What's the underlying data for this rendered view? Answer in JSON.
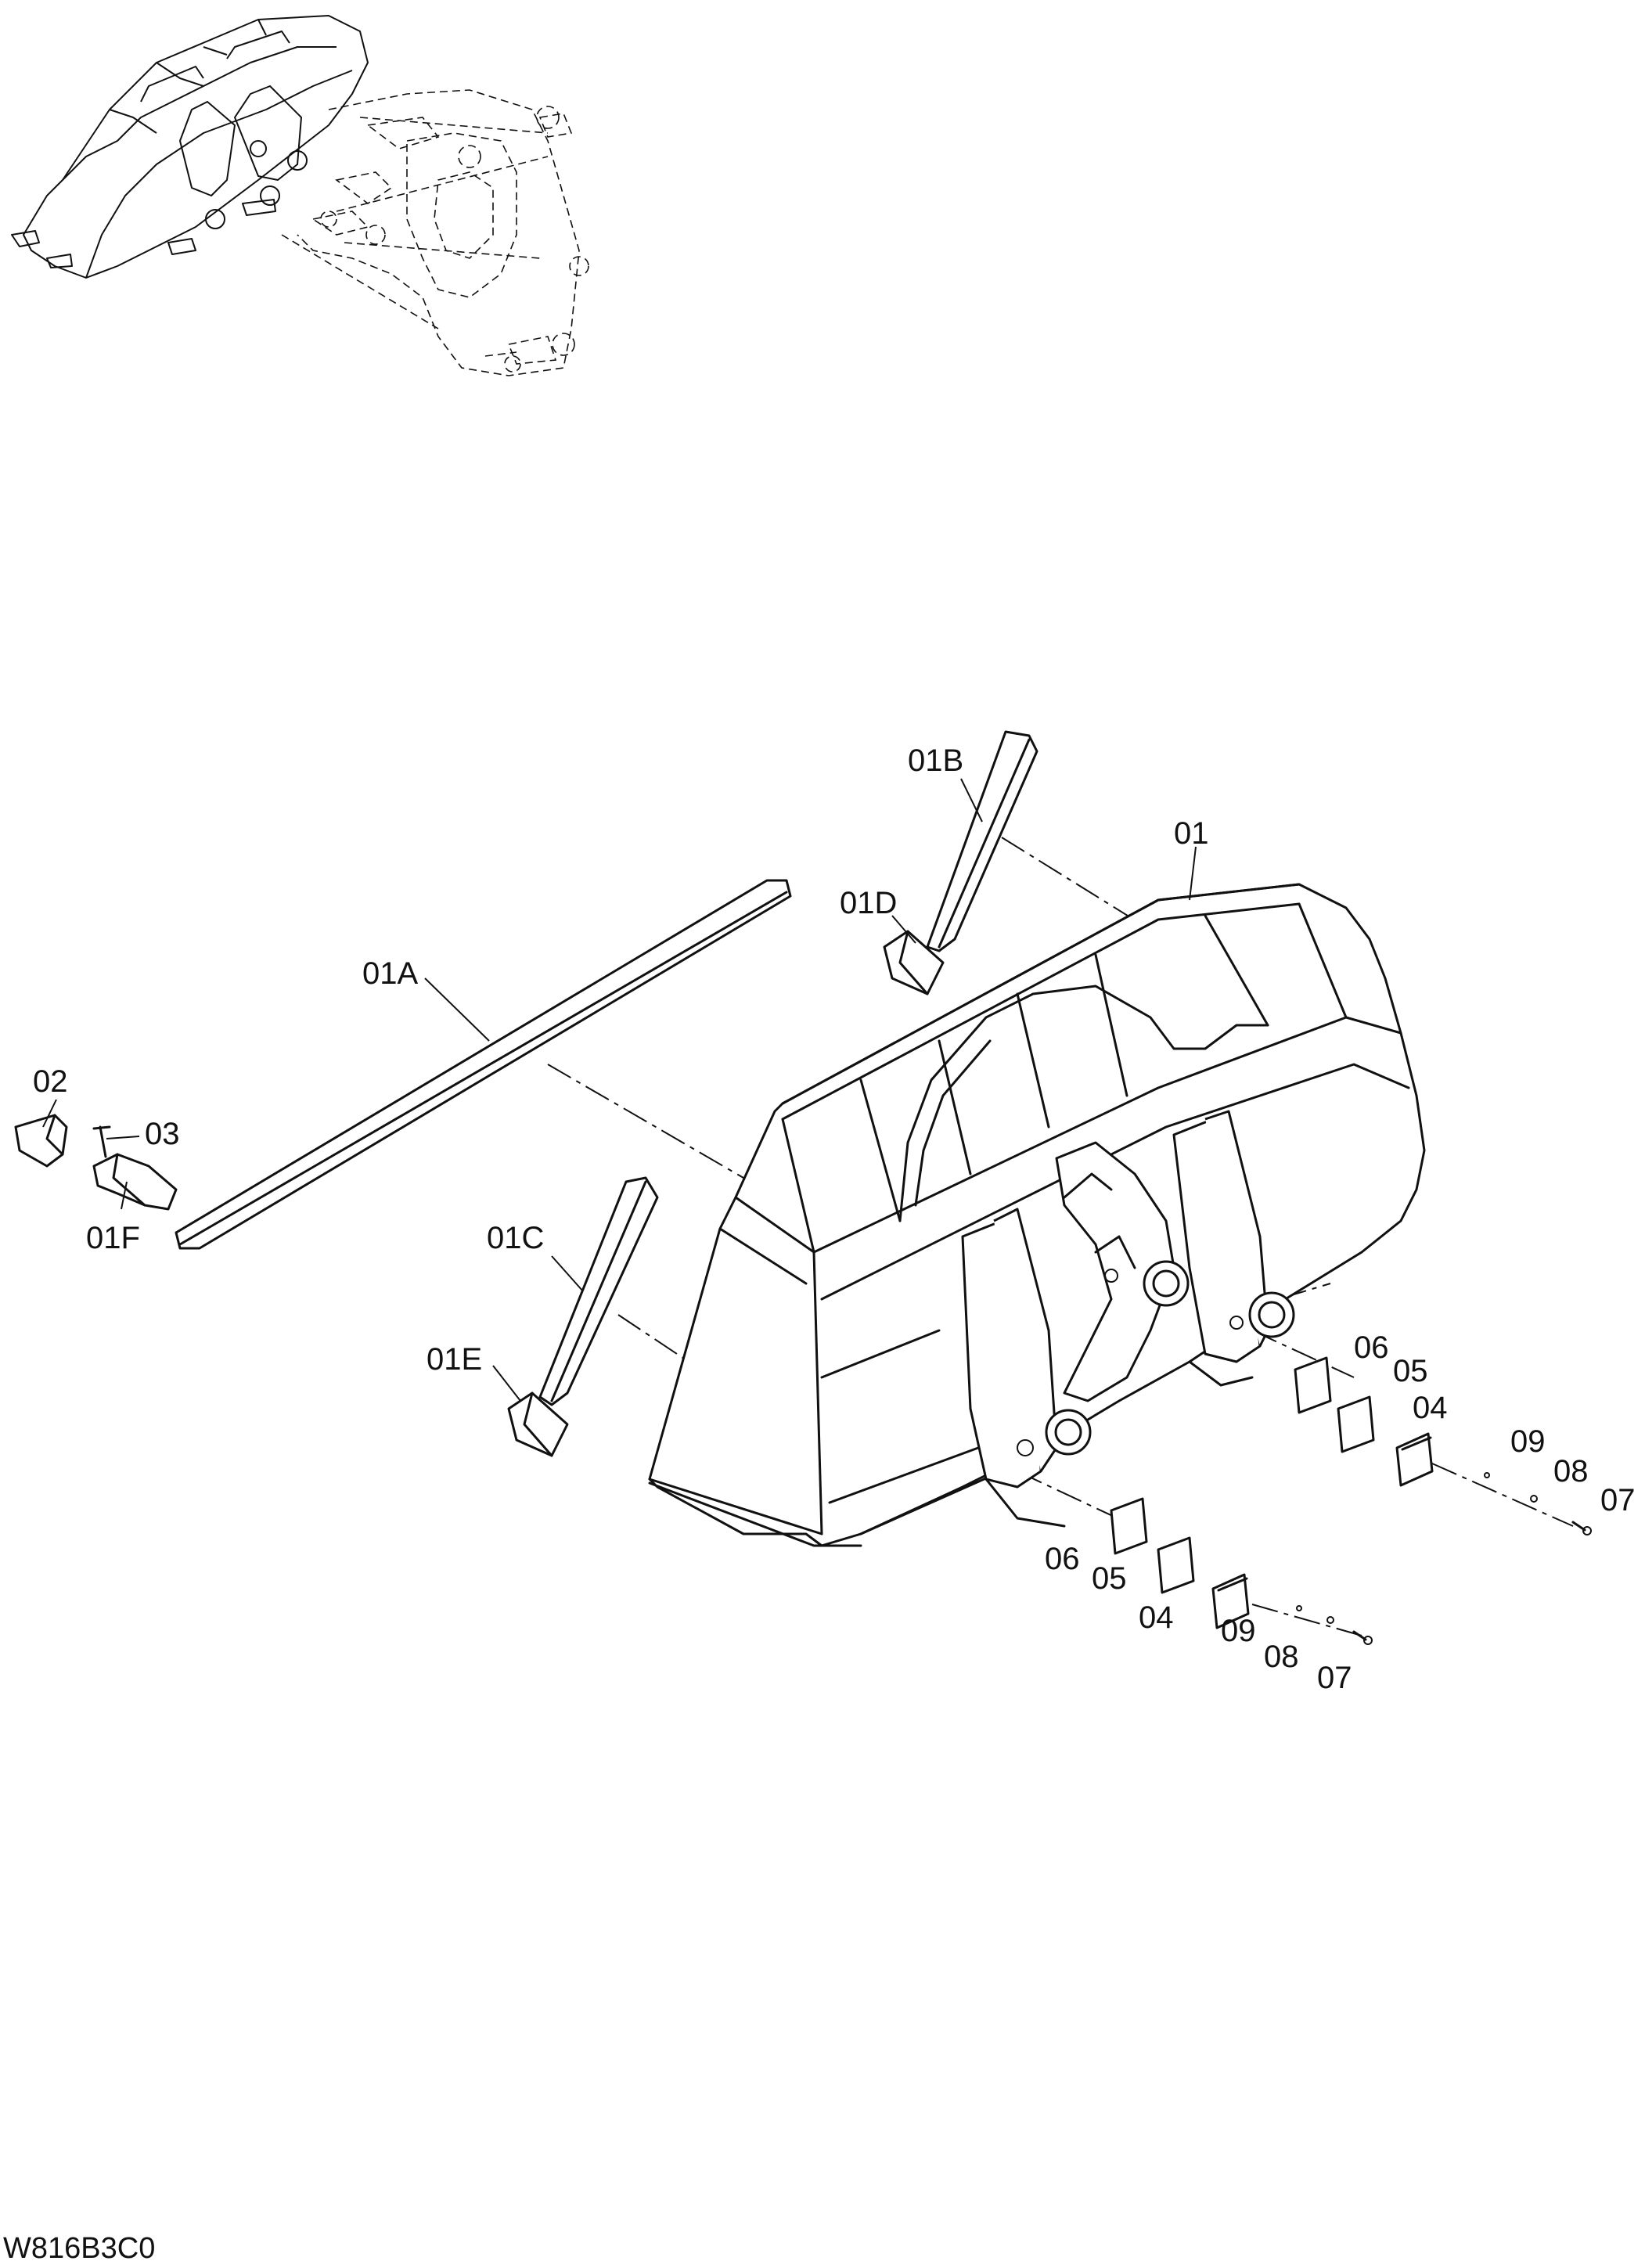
{
  "diagram": {
    "drawing_code": "W816B3C0",
    "callouts": [
      {
        "id": "01",
        "text": "01"
      },
      {
        "id": "01A",
        "text": "01A"
      },
      {
        "id": "01B",
        "text": "01B"
      },
      {
        "id": "01C",
        "text": "01C"
      },
      {
        "id": "01D",
        "text": "01D"
      },
      {
        "id": "01E",
        "text": "01E"
      },
      {
        "id": "01F",
        "text": "01F"
      },
      {
        "id": "02",
        "text": "02"
      },
      {
        "id": "03",
        "text": "03"
      },
      {
        "id": "04_upper",
        "text": "04"
      },
      {
        "id": "05_upper",
        "text": "05"
      },
      {
        "id": "06_upper",
        "text": "06"
      },
      {
        "id": "07_upper",
        "text": "07"
      },
      {
        "id": "08_upper",
        "text": "08"
      },
      {
        "id": "09_upper",
        "text": "09"
      },
      {
        "id": "04_lower",
        "text": "04"
      },
      {
        "id": "05_lower",
        "text": "05"
      },
      {
        "id": "06_lower",
        "text": "06"
      },
      {
        "id": "07_lower",
        "text": "07"
      },
      {
        "id": "08_lower",
        "text": "08"
      },
      {
        "id": "09_lower",
        "text": "09"
      }
    ]
  }
}
